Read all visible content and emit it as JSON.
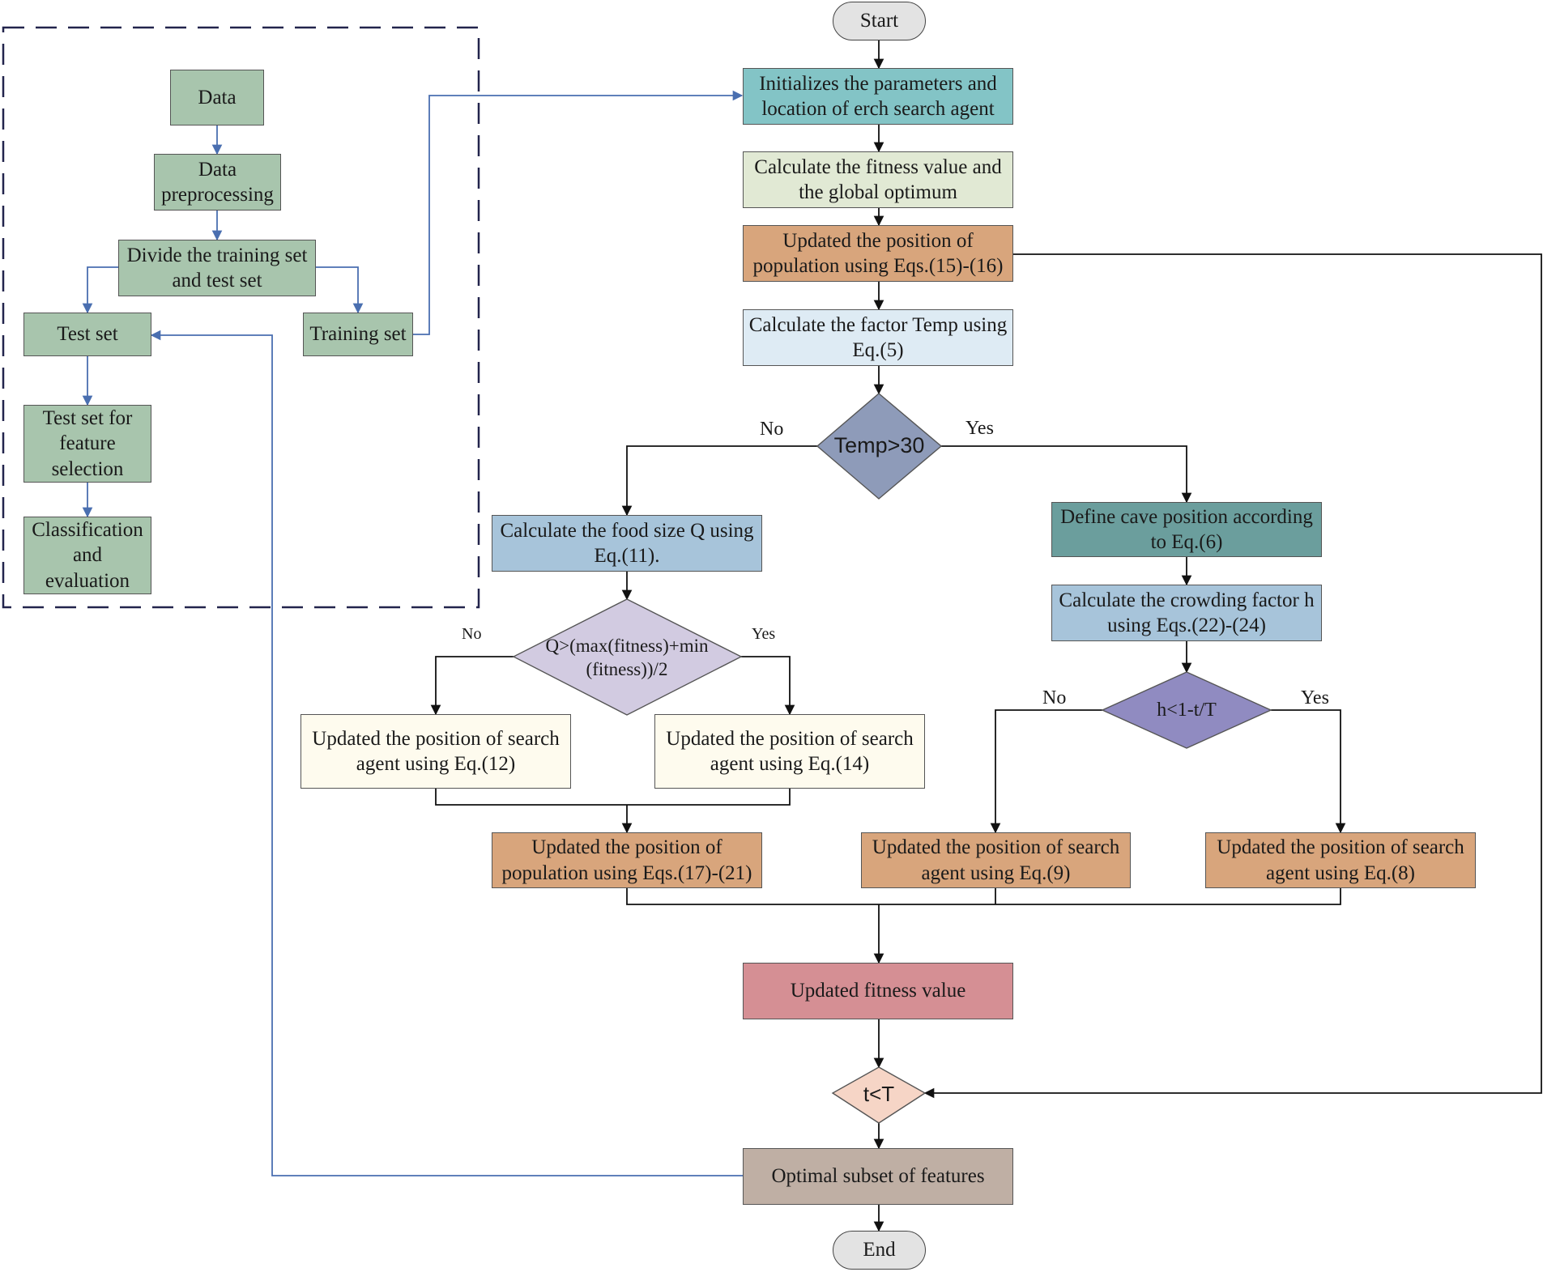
{
  "pipeline": {
    "data": "Data",
    "preprocessing": "Data preprocessing",
    "divide": "Divide the training set and test set",
    "test_set": "Test set",
    "training_set": "Training set",
    "test_feature": "Test set for feature selection",
    "classification": "Classification and evaluation"
  },
  "flow": {
    "start": "Start",
    "init": "Initializes the parameters and location of erch search agent",
    "fitness": "Calculate the fitness value and the global optimum",
    "update_pop_15_16": "Updated the position of population using Eqs.(15)-(16)",
    "temp_factor": "Calculate the factor Temp using Eq.(5)",
    "temp_decision": "Temp>30",
    "temp_no": "No",
    "temp_yes": "Yes",
    "food_size": "Calculate the food size Q using Eq.(11).",
    "q_decision": "Q>(max(fitness)+min (fitness))/2",
    "q_no": "No",
    "q_yes": "Yes",
    "update_eq12": "Updated the position of search agent using Eq.(12)",
    "update_eq14": "Updated the position of search agent using Eq.(14)",
    "update_pop_17_21": "Updated the position of population using Eqs.(17)-(21)",
    "cave": "Define cave position according to Eq.(6)",
    "crowding": "Calculate the crowding factor h using Eqs.(22)-(24)",
    "h_decision": "h<1-t/T",
    "h_no": "No",
    "h_yes": "Yes",
    "update_eq9": "Updated the position of search agent using Eq.(9)",
    "update_eq8": "Updated the position of search agent using Eq.(8)",
    "updated_fitness": "Updated fitness value",
    "t_decision": "t<T",
    "optimal": "Optimal subset of features",
    "end": "End"
  },
  "colors": {
    "pipeline_box": "#a8c5ad",
    "init": "#83c4c6",
    "fitness": "#e1e9d4",
    "orange": "#d8a57c",
    "light_blue": "#deebf4",
    "blue_gray_diamond": "#8e9bb9",
    "food": "#a7c4da",
    "lavender": "#d2cbe1",
    "cream": "#fefbee",
    "teal": "#6b9e9d",
    "crowding": "#a7c4da",
    "purple_diamond": "#908bc1",
    "rose": "#d58f94",
    "peach_diamond": "#f6d5c6",
    "taupe": "#bfafa4",
    "pill": "#e3e3e3",
    "arrow_black": "#111111",
    "arrow_blue": "#4a6fb0",
    "dash": "#22244c"
  }
}
